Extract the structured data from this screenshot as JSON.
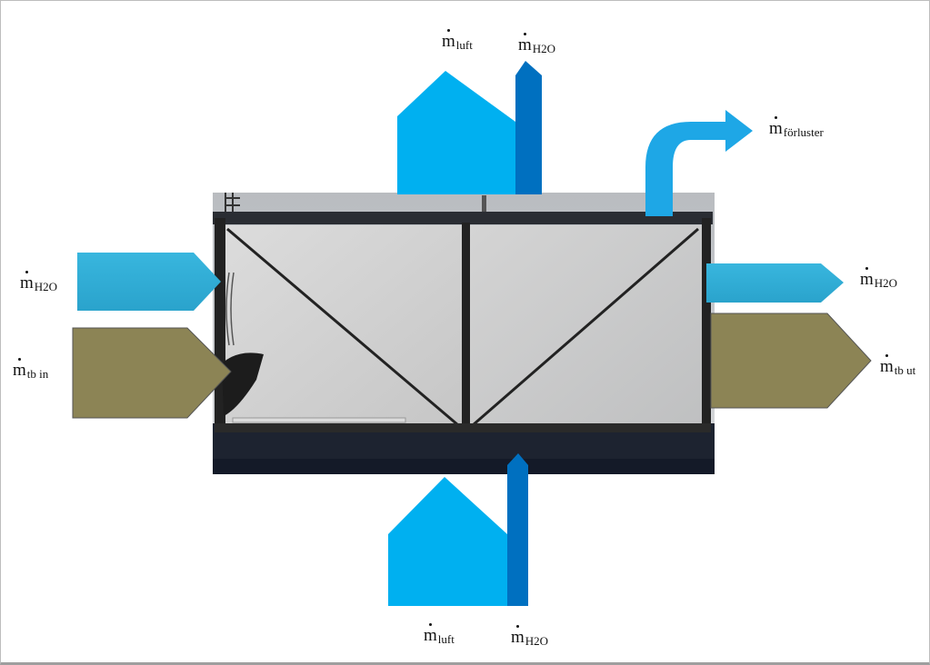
{
  "labels": {
    "top_air": {
      "symbol": "m",
      "sub": "luft"
    },
    "top_water": {
      "symbol": "m",
      "sub": "H2O"
    },
    "losses": {
      "symbol": "m",
      "sub": "förluster"
    },
    "left_water": {
      "symbol": "m",
      "sub": "H2O"
    },
    "left_tb": {
      "symbol": "m",
      "sub": "tb in"
    },
    "right_water": {
      "symbol": "m",
      "sub": "H2O"
    },
    "right_tb": {
      "symbol": "m",
      "sub": "tb ut"
    },
    "bottom_air": {
      "symbol": "m",
      "sub": "luft"
    },
    "bottom_water": {
      "symbol": "m",
      "sub": "H2O"
    }
  },
  "colors": {
    "air": "#00b0f0",
    "water_vertical": "#0070c0",
    "water_horizontal": "#31aed4",
    "tb": "#8c8455",
    "losses": "#1ea7e6"
  }
}
